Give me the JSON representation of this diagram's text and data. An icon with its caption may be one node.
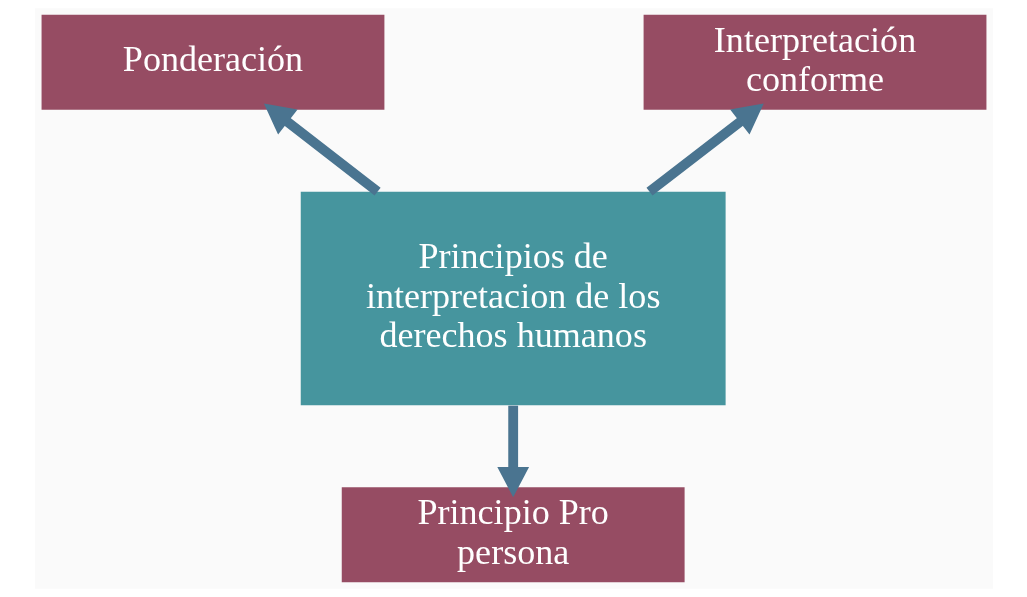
{
  "diagram": {
    "nodes": [
      {
        "text": [
          "Principios de interpretacion de los derechos humanos"
        ]
      },
      {
        "text": [
          "Ponderación"
        ]
      },
      {
        "text": [
          "Interpretación conforme"
        ]
      },
      {
        "text": [
          "Principio Pro persona"
        ]
      }
    ],
    "edges": [
      {
        "from": 0,
        "to": 1,
        "arrow": "to"
      },
      {
        "from": 0,
        "to": 2,
        "arrow": "to"
      },
      {
        "from": 0,
        "to": 3,
        "arrow": "to"
      }
    ]
  }
}
